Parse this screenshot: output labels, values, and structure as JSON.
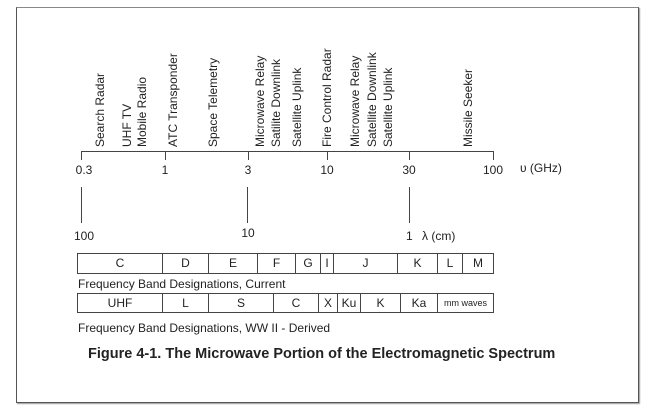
{
  "applications": [
    "Search Radar",
    "UHF TV",
    "Mobile Radio",
    "ATC Transponder",
    "Space Telemetry",
    "Microwave Relay",
    "Satilite Downlink",
    "Satellite Uplink",
    "Fire Control Radar",
    "Microwave Relay",
    "Satellite Downlink",
    "Satellite Uplink",
    "Missile Seeker"
  ],
  "frequency_axis": {
    "ticks": [
      "0.3",
      "1",
      "3",
      "10",
      "30",
      "100"
    ],
    "unit": "υ (GHz)"
  },
  "wavelength_axis": {
    "ticks": [
      "100",
      "10",
      "1"
    ],
    "unit": "λ  (cm)"
  },
  "current_bands": {
    "labels": [
      "C",
      "D",
      "E",
      "F",
      "G",
      "I",
      "J",
      "K",
      "L",
      "M"
    ],
    "caption": "Frequency Band Designations, Current"
  },
  "ww2_bands": {
    "labels": [
      "UHF",
      "L",
      "S",
      "C",
      "X",
      "Ku",
      "K",
      "Ka",
      "mm waves"
    ],
    "caption": "Frequency Band Designations, WW  II - Derived"
  },
  "title": "Figure 4-1.  The Microwave Portion of the Electromagnetic Spectrum"
}
